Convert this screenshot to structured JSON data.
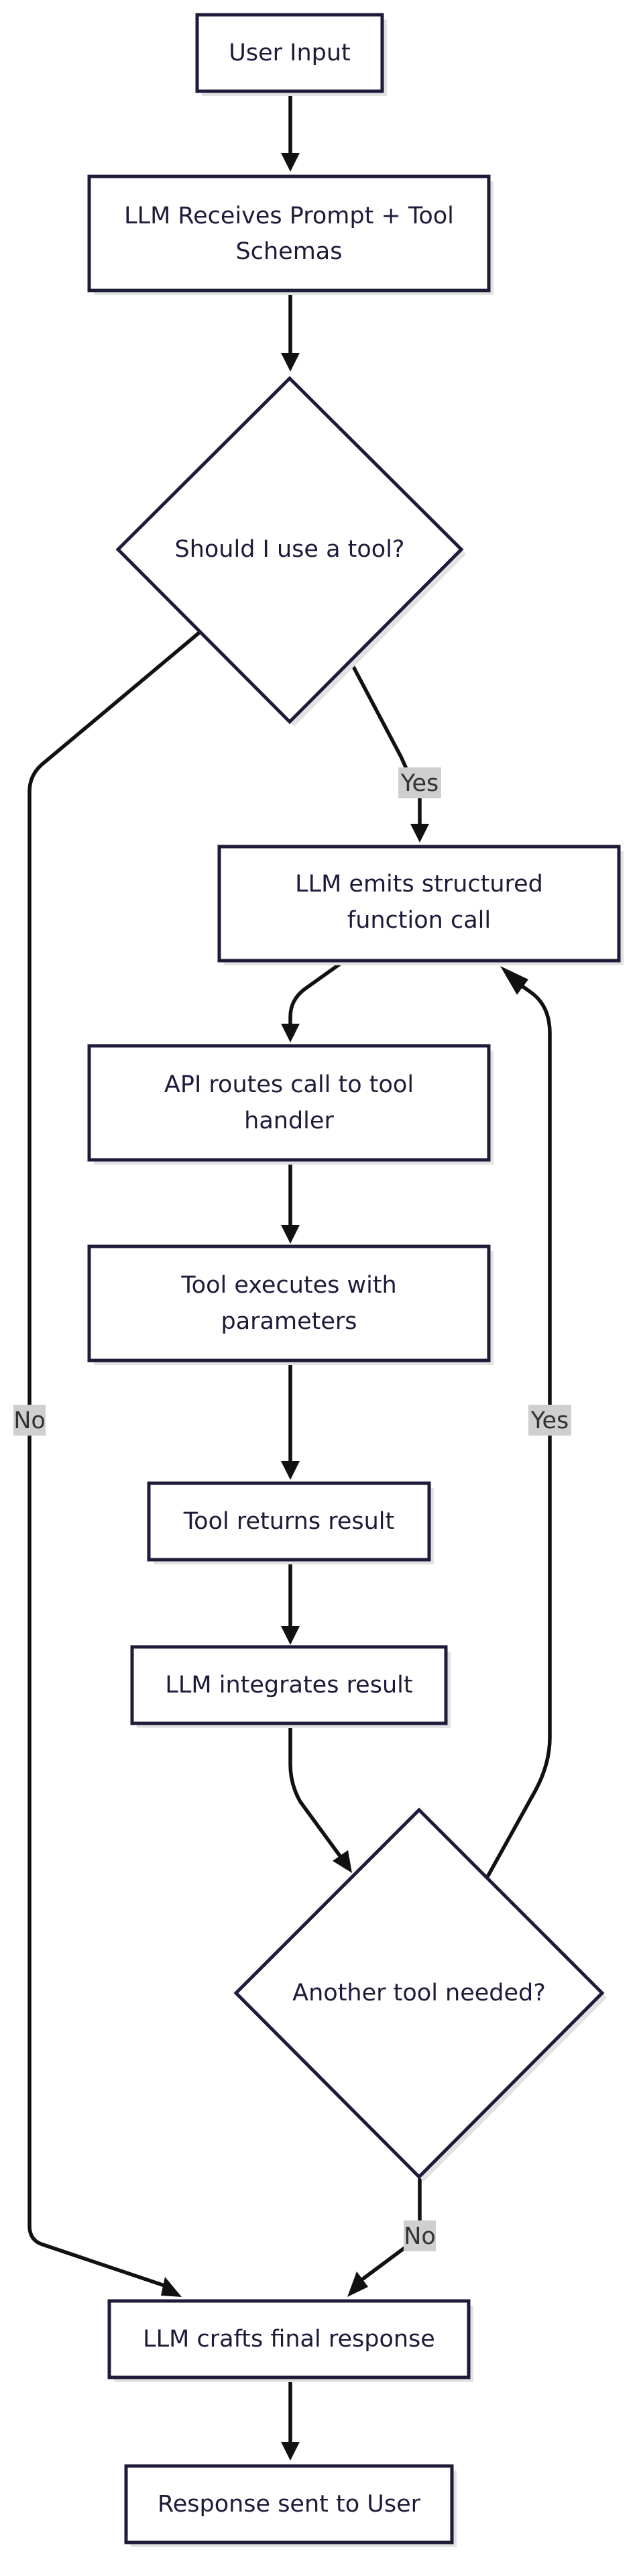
{
  "diagram": {
    "nodes": {
      "user_input": {
        "lines": [
          "User Input"
        ]
      },
      "llm_receives": {
        "lines": [
          "LLM Receives Prompt + Tool",
          "Schemas"
        ]
      },
      "use_tool": {
        "lines": [
          "Should I use a tool?"
        ]
      },
      "emits_call": {
        "lines": [
          "LLM emits structured",
          "function call"
        ]
      },
      "api_routes": {
        "lines": [
          "API routes call to tool",
          "handler"
        ]
      },
      "tool_executes": {
        "lines": [
          "Tool executes with",
          "parameters"
        ]
      },
      "tool_returns": {
        "lines": [
          "Tool returns result"
        ]
      },
      "llm_integrates": {
        "lines": [
          "LLM integrates result"
        ]
      },
      "another_tool": {
        "lines": [
          "Another tool needed?"
        ]
      },
      "final_response": {
        "lines": [
          "LLM crafts final response"
        ]
      },
      "response_sent": {
        "lines": [
          "Response sent to User"
        ]
      }
    },
    "edge_labels": {
      "use_tool_yes": "Yes",
      "use_tool_no": "No",
      "another_yes": "Yes",
      "another_no": "No"
    }
  }
}
